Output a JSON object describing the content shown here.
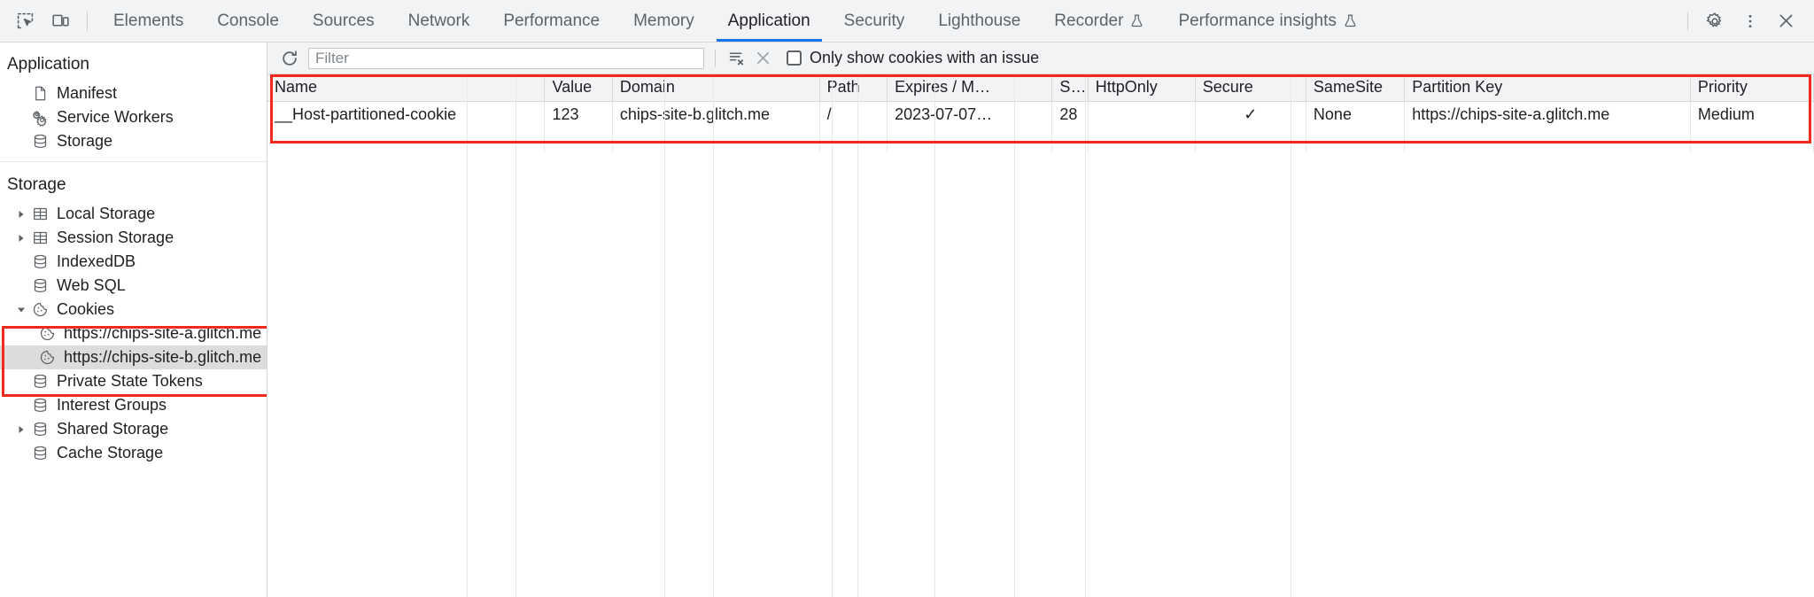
{
  "devtools": {
    "toolbar": {
      "inspect_icon": "inspect-element-icon",
      "device_toolbar_icon": "device-toolbar-icon",
      "settings_icon": "gear-icon",
      "more_icon": "more-vertical-icon",
      "close_icon": "close-icon",
      "tabs": [
        {
          "label": "Elements",
          "active": false,
          "experimental": false
        },
        {
          "label": "Console",
          "active": false,
          "experimental": false
        },
        {
          "label": "Sources",
          "active": false,
          "experimental": false
        },
        {
          "label": "Network",
          "active": false,
          "experimental": false
        },
        {
          "label": "Performance",
          "active": false,
          "experimental": false
        },
        {
          "label": "Memory",
          "active": false,
          "experimental": false
        },
        {
          "label": "Application",
          "active": true,
          "experimental": false
        },
        {
          "label": "Security",
          "active": false,
          "experimental": false
        },
        {
          "label": "Lighthouse",
          "active": false,
          "experimental": false
        },
        {
          "label": "Recorder",
          "active": false,
          "experimental": true
        },
        {
          "label": "Performance insights",
          "active": false,
          "experimental": true
        }
      ]
    }
  },
  "sidebar": {
    "sections": [
      {
        "title": "Application",
        "items": [
          {
            "label": "Manifest",
            "icon": "document-icon",
            "indent": 1,
            "arrow": "none",
            "selected": false
          },
          {
            "label": "Service Workers",
            "icon": "gears-icon",
            "indent": 1,
            "arrow": "none",
            "selected": false
          },
          {
            "label": "Storage",
            "icon": "database-icon",
            "indent": 1,
            "arrow": "none",
            "selected": false
          }
        ]
      },
      {
        "title": "Storage",
        "items": [
          {
            "label": "Local Storage",
            "icon": "table-icon",
            "indent": 1,
            "arrow": "collapsed",
            "selected": false
          },
          {
            "label": "Session Storage",
            "icon": "table-icon",
            "indent": 1,
            "arrow": "collapsed",
            "selected": false
          },
          {
            "label": "IndexedDB",
            "icon": "database-icon",
            "indent": 1,
            "arrow": "none",
            "selected": false
          },
          {
            "label": "Web SQL",
            "icon": "database-icon",
            "indent": 1,
            "arrow": "none",
            "selected": false
          },
          {
            "label": "Cookies",
            "icon": "cookie-icon",
            "indent": 1,
            "arrow": "expanded",
            "selected": false
          },
          {
            "label": "https://chips-site-a.glitch.me",
            "icon": "cookie-icon",
            "indent": 2,
            "arrow": "none",
            "selected": false
          },
          {
            "label": "https://chips-site-b.glitch.me",
            "icon": "cookie-icon",
            "indent": 2,
            "arrow": "none",
            "selected": true
          },
          {
            "label": "Private State Tokens",
            "icon": "database-icon",
            "indent": 1,
            "arrow": "none",
            "selected": false
          },
          {
            "label": "Interest Groups",
            "icon": "database-icon",
            "indent": 1,
            "arrow": "none",
            "selected": false
          },
          {
            "label": "Shared Storage",
            "icon": "database-icon",
            "indent": 1,
            "arrow": "collapsed",
            "selected": false
          },
          {
            "label": "Cache Storage",
            "icon": "database-icon",
            "indent": 1,
            "arrow": "none",
            "selected": false
          }
        ]
      }
    ]
  },
  "filterbar": {
    "refresh_icon": "refresh-icon",
    "clear_all_icon": "clear-all-cookies-icon",
    "delete_selected_icon": "delete-selected-icon",
    "filter_placeholder": "Filter",
    "filter_value": "",
    "only_issues_label": "Only show cookies with an issue",
    "only_issues_checked": false
  },
  "cookies_table": {
    "columns": [
      "Name",
      "Value",
      "Domain",
      "Path",
      "Expires / M…",
      "Size",
      "HttpOnly",
      "Secure",
      "SameSite",
      "Partition Key",
      "Priority"
    ],
    "rows": [
      {
        "Name": "__Host-partitioned-cookie",
        "Value": "123",
        "Domain": "chips-site-b.glitch.me",
        "Path": "/",
        "Expires / M…": "2023-07-07…",
        "Size": "28",
        "HttpOnly": "",
        "Secure": "✓",
        "SameSite": "None",
        "Partition Key": "https://chips-site-a.glitch.me",
        "Priority": "Medium"
      }
    ]
  },
  "annotations": {
    "highlight_color": "#f4291d",
    "accent_color": "#1a73e8"
  }
}
